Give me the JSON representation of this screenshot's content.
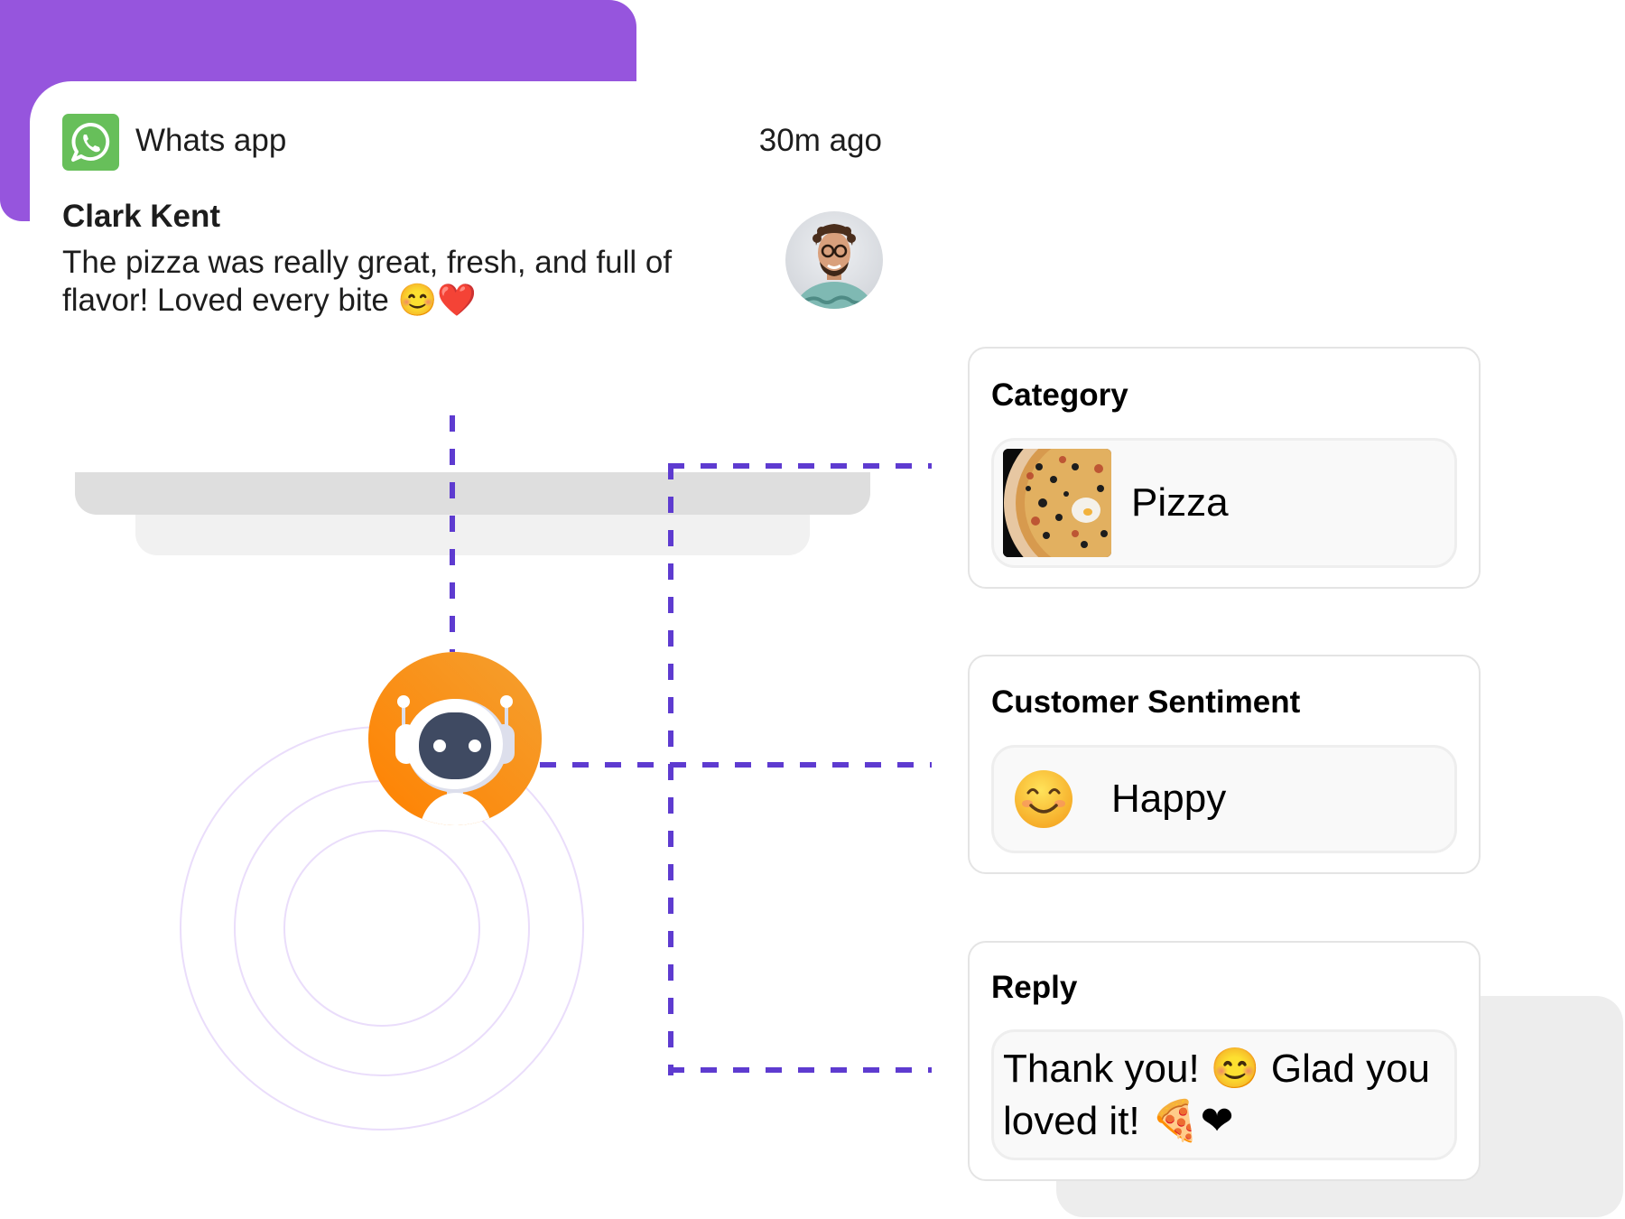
{
  "notification": {
    "app_name": "Whats app",
    "time_ago": "30m ago",
    "sender": "Clark Kent",
    "message": "The pizza was really great, fresh, and full of flavor! Loved every bite 😊❤️",
    "app_icon": "whatsapp-icon",
    "avatar": "user-avatar"
  },
  "bot": {
    "icon": "robot-icon"
  },
  "cards": {
    "category": {
      "title": "Category",
      "value": "Pizza",
      "image": "pizza-image"
    },
    "sentiment": {
      "title": "Customer Sentiment",
      "value": "Happy",
      "emoji": "😊"
    },
    "reply": {
      "title": "Reply",
      "value": "Thank you! 😊 Glad you loved it! 🍕❤"
    }
  },
  "colors": {
    "accent_purple": "#9655DD",
    "connector": "#5E3BD0",
    "bot_orange": "#F7931E",
    "whatsapp_green": "#67BF5A",
    "ring": "#EADDFB"
  }
}
